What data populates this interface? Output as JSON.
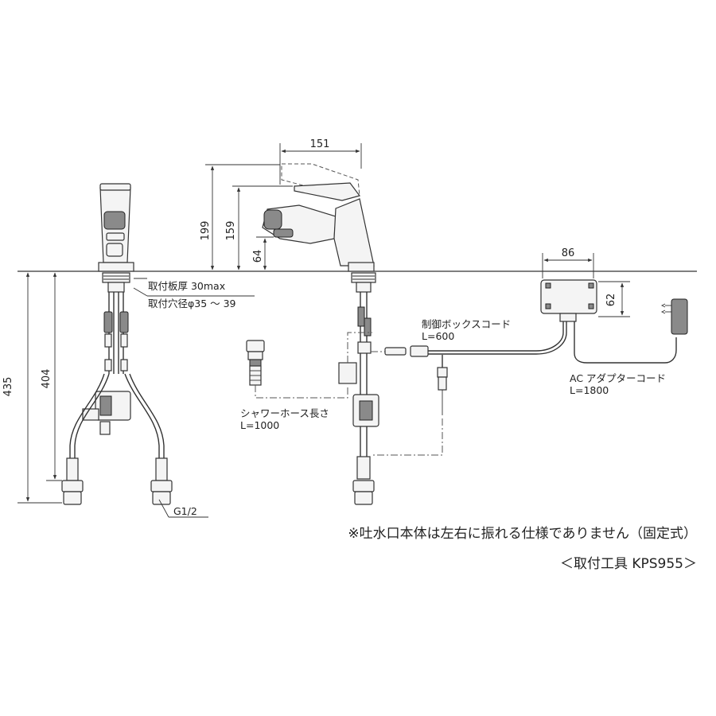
{
  "dimensions": {
    "d151": "151",
    "d199": "199",
    "d159": "159",
    "d64": "64",
    "d86": "86",
    "d62": "62",
    "d435": "435",
    "d404": "404"
  },
  "labels": {
    "mount_thickness": "取付板厚 30max",
    "mount_hole": "取付穴径φ35 ～ 39",
    "control_box_cord": "制御ボックスコード",
    "control_box_cord_len": "L=600",
    "shower_hose": "シャワーホース長さ",
    "shower_hose_len": "L=1000",
    "ac_adapter_cord": "AC アダプターコード",
    "ac_adapter_cord_len": "L=1800",
    "thread": "G1/2"
  },
  "notes": {
    "fixed_spout": "※吐水口本体は左右に振れる仕様でありません（固定式）",
    "tool": "＜取付工具 KPS955＞"
  }
}
